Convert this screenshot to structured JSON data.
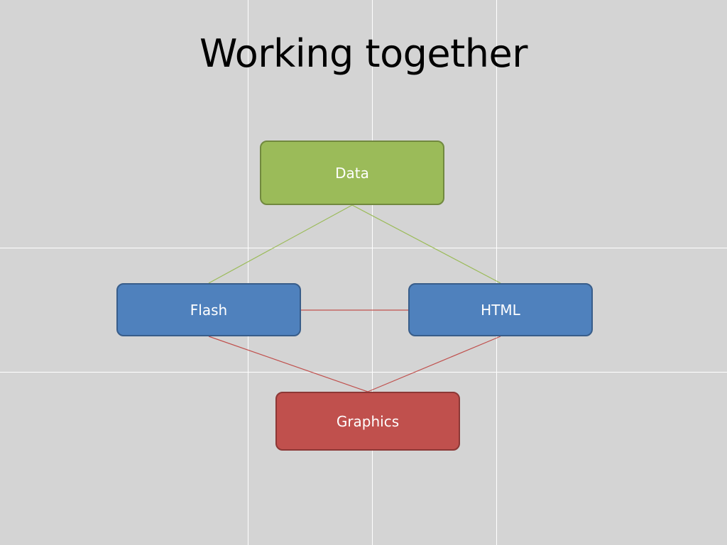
{
  "slide": {
    "title": "Working together"
  },
  "nodes": {
    "data": {
      "label": "Data",
      "fill": "#9bbb59",
      "border": "#71893f"
    },
    "flash": {
      "label": "Flash",
      "fill": "#4f81bd",
      "border": "#385d8a"
    },
    "html": {
      "label": "HTML",
      "fill": "#4f81bd",
      "border": "#385d8a"
    },
    "graphics": {
      "label": "Graphics",
      "fill": "#c0504d",
      "border": "#8c3836"
    }
  },
  "connectors": [
    {
      "from": "data",
      "to": "flash",
      "color": "#9bbb59"
    },
    {
      "from": "data",
      "to": "html",
      "color": "#9bbb59"
    },
    {
      "from": "flash",
      "to": "html",
      "color": "#c0504d"
    },
    {
      "from": "flash",
      "to": "graphics",
      "color": "#c0504d"
    },
    {
      "from": "html",
      "to": "graphics",
      "color": "#c0504d"
    }
  ]
}
